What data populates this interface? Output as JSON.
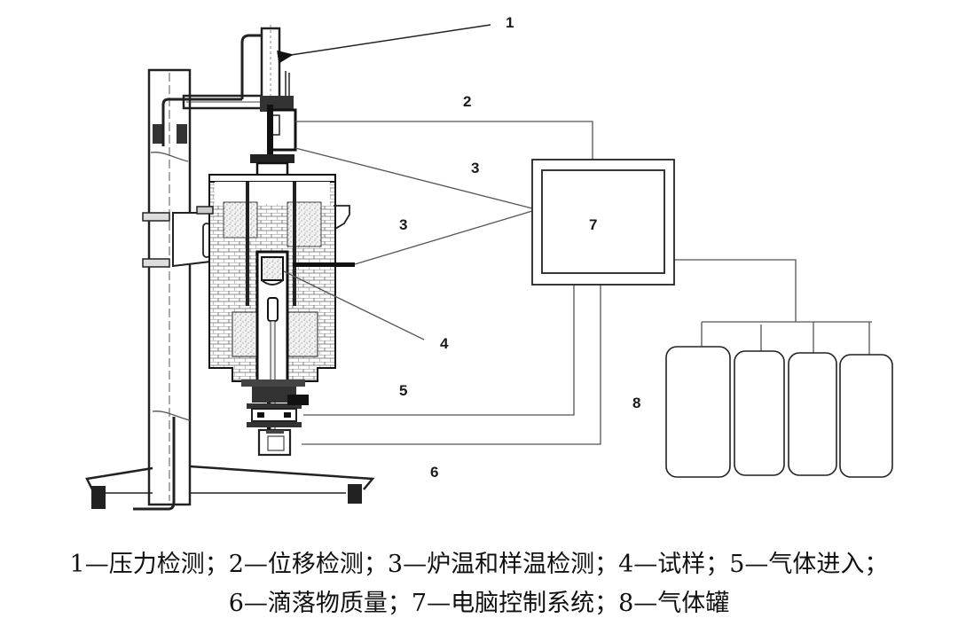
{
  "figure": {
    "callout_labels": [
      {
        "id": "1",
        "text": "1"
      },
      {
        "id": "2",
        "text": "2"
      },
      {
        "id": "3a",
        "text": "3"
      },
      {
        "id": "3b",
        "text": "3"
      },
      {
        "id": "4",
        "text": "4"
      },
      {
        "id": "5",
        "text": "5"
      },
      {
        "id": "6",
        "text": "6"
      },
      {
        "id": "7",
        "text": "7"
      },
      {
        "id": "8",
        "text": "8"
      }
    ],
    "components": {
      "computer": "computer-control-system",
      "gas_tanks_count": 4
    }
  },
  "caption": {
    "line1": "1—压力检测；2—位移检测；3—炉温和样温检测；4—试样；5—气体进入；",
    "line2": "6—滴落物质量；7—电脑控制系统；8—气体罐"
  }
}
